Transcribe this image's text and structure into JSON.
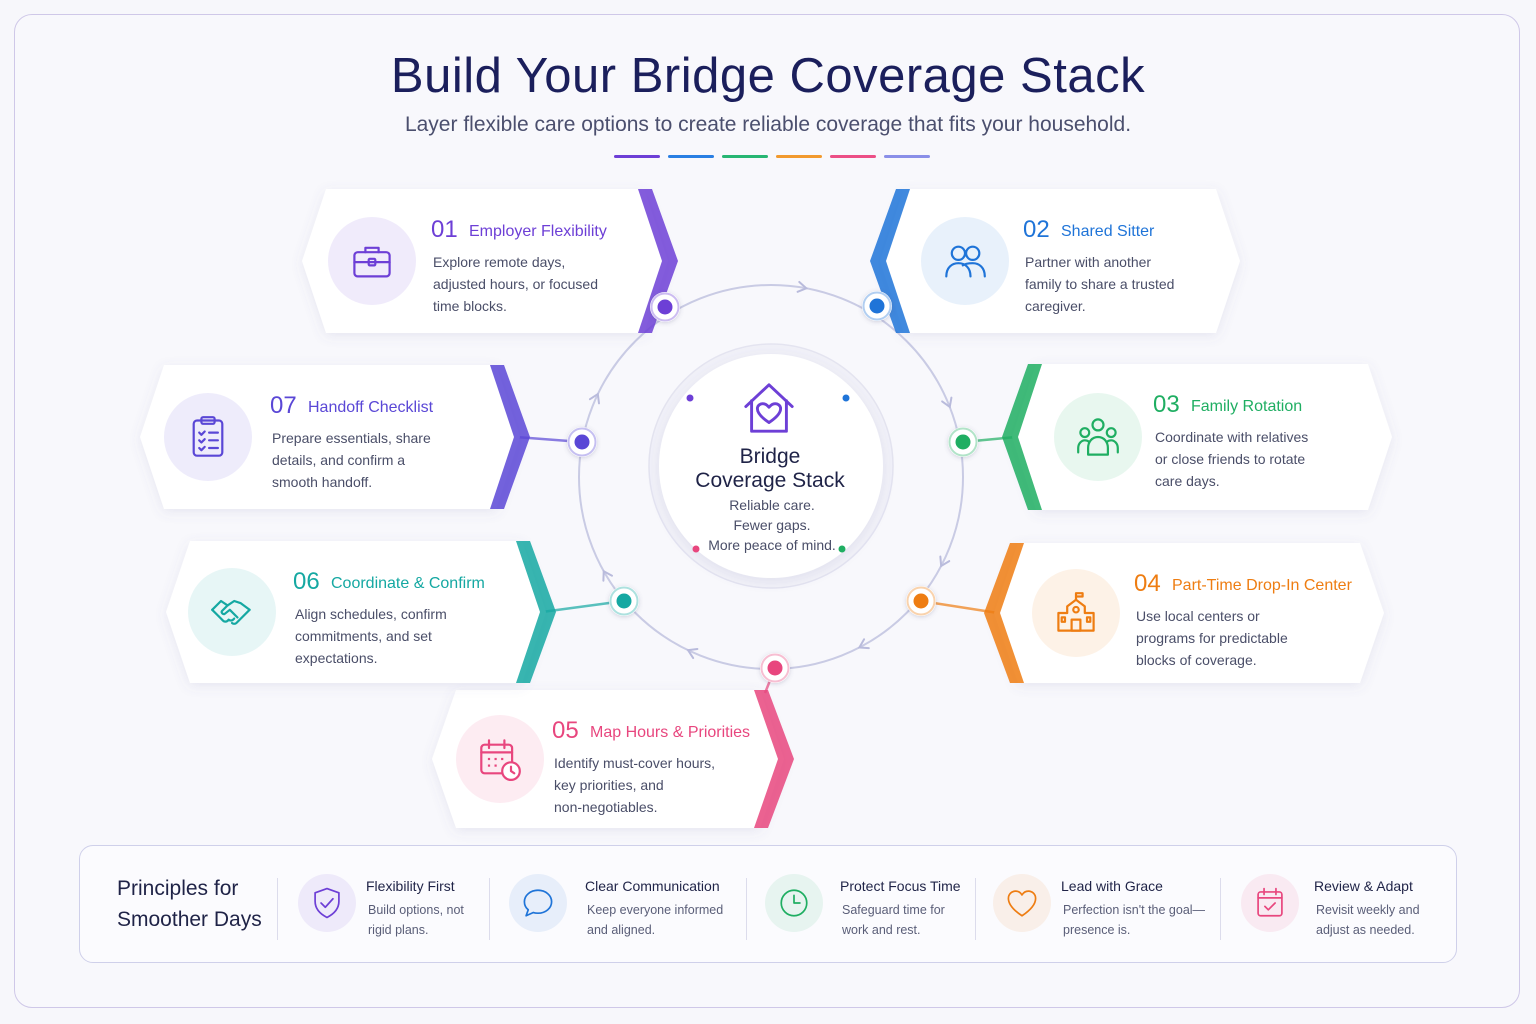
{
  "title": "Build Your Bridge Coverage Stack",
  "subtitle": "Layer flexible care options to create reliable coverage that fits your household.",
  "rule_colors": [
    "#6d3fd6",
    "#2a7fe3",
    "#27b673",
    "#f29a2e",
    "#ec4f86",
    "#8a8fe8"
  ],
  "center": {
    "title_line1": "Bridge",
    "title_line2": "Coverage Stack",
    "line1": "Reliable care.",
    "line2": "Fewer gaps.",
    "line3": "More peace of mind.",
    "icon": "house-heart-icon"
  },
  "steps": [
    {
      "id": "01",
      "title": "Employer Flexibility",
      "desc": [
        "Explore remote days,",
        "adjusted hours, or focused",
        "time blocks."
      ],
      "icon": "briefcase-icon",
      "color": "#6d3fd6"
    },
    {
      "id": "02",
      "title": "Shared Sitter",
      "desc": [
        "Partner with another",
        "family to share a trusted",
        "caregiver."
      ],
      "icon": "people-icon",
      "color": "#1f74d8"
    },
    {
      "id": "03",
      "title": "Family Rotation",
      "desc": [
        "Coordinate with relatives",
        "or close friends to rotate",
        "care days."
      ],
      "icon": "family-icon",
      "color": "#1fae62"
    },
    {
      "id": "04",
      "title": "Part-Time Drop-In Center",
      "desc": [
        "Use local centers or",
        "programs for predictable",
        "blocks of coverage."
      ],
      "icon": "school-building-icon",
      "color": "#ee7d12"
    },
    {
      "id": "05",
      "title": "Map Hours & Priorities",
      "desc": [
        "Identify must-cover hours,",
        "key priorities, and",
        "non-negotiables."
      ],
      "icon": "calendar-clock-icon",
      "color": "#e8467e"
    },
    {
      "id": "06",
      "title": "Coordinate & Confirm",
      "desc": [
        "Align schedules, confirm",
        "commitments, and set",
        "expectations."
      ],
      "icon": "handshake-icon",
      "color": "#15a8a2"
    },
    {
      "id": "07",
      "title": "Handoff Checklist",
      "desc": [
        "Prepare essentials, share",
        "details, and confirm a",
        "smooth handoff."
      ],
      "icon": "clipboard-checklist-icon",
      "color": "#5a47d6"
    }
  ],
  "principles": {
    "title_line1": "Principles for",
    "title_line2": "Smoother Days",
    "items": [
      {
        "title": "Flexibility First",
        "desc": [
          "Build options, not",
          "rigid plans."
        ],
        "icon": "shield-check-icon",
        "color": "#6d3fd6"
      },
      {
        "title": "Clear Communication",
        "desc": [
          "Keep everyone informed",
          "and aligned."
        ],
        "icon": "chat-bubble-icon",
        "color": "#1f74d8"
      },
      {
        "title": "Protect Focus Time",
        "desc": [
          "Safeguard time for",
          "work and rest."
        ],
        "icon": "clock-icon",
        "color": "#1fae62"
      },
      {
        "title": "Lead with Grace",
        "desc": [
          "Perfection isn't the goal—",
          "presence is."
        ],
        "icon": "heart-icon",
        "color": "#ee7d12"
      },
      {
        "title": "Review & Adapt",
        "desc": [
          "Revisit weekly and",
          "adjust as needed."
        ],
        "icon": "calendar-check-icon",
        "color": "#e8467e"
      }
    ]
  }
}
